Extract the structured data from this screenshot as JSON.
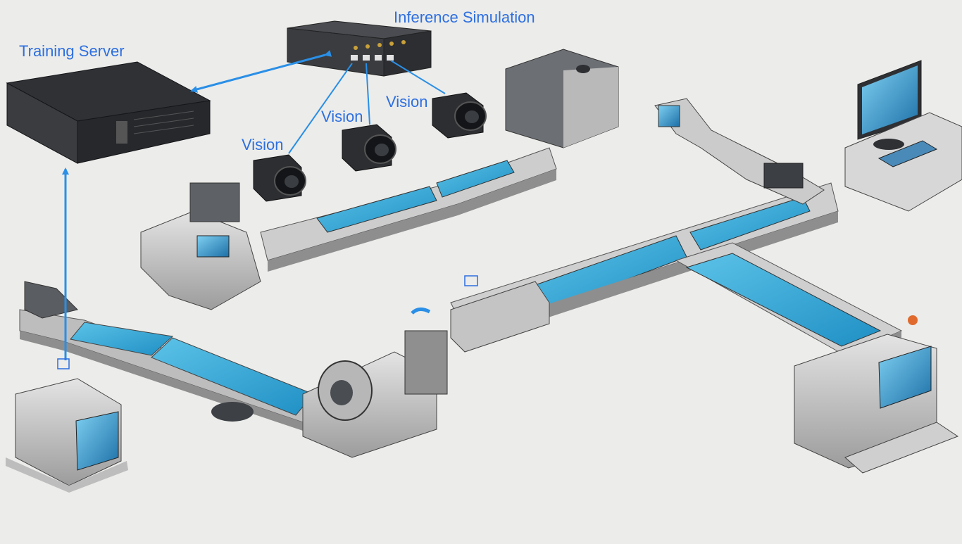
{
  "labels": {
    "inference_simulation": "Inference Simulation",
    "training_server": "Training Server",
    "vision_1": "Vision",
    "vision_2": "Vision",
    "vision_3": "Vision"
  },
  "colors": {
    "background": "#ececea",
    "label_text": "#2d6fe0",
    "arrow": "#2a8fe6",
    "conveyor_belt": "#3aa9d6",
    "machine_body": "#c9c9c9",
    "machine_dark": "#3a3c40"
  },
  "icons": {
    "server": "rack-server-icon",
    "edge_device": "edge-gateway-icon",
    "camera": "industrial-camera-icon",
    "monitor": "workstation-monitor-icon",
    "conveyor": "conveyor-belt-icon"
  }
}
